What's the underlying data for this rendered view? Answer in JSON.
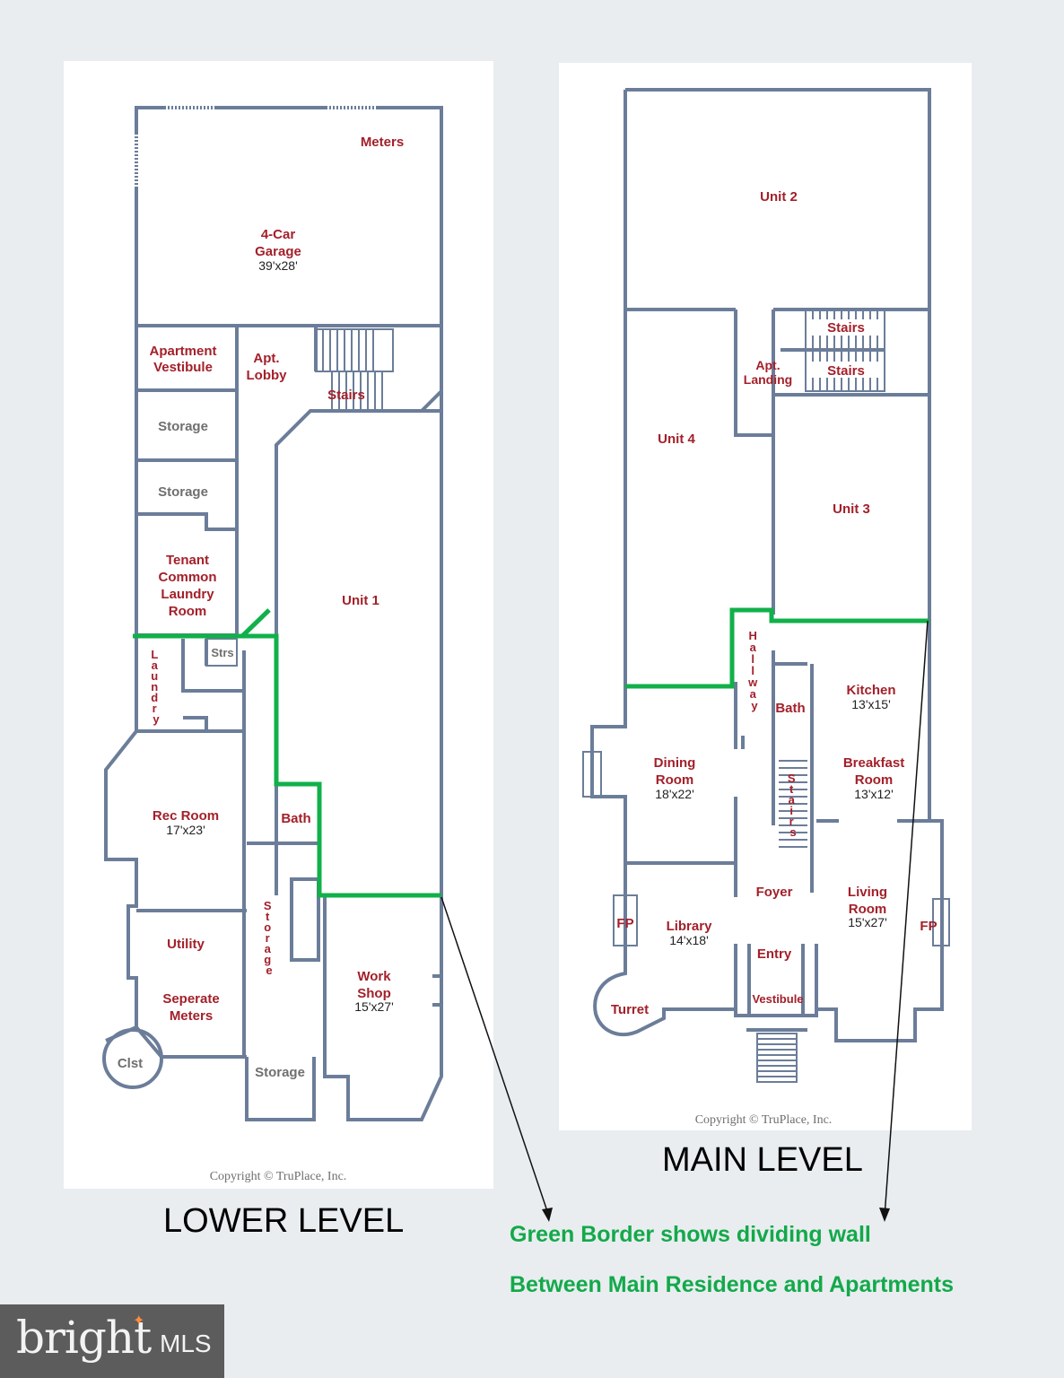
{
  "lower_level": {
    "title": "LOWER LEVEL",
    "copyright": "Copyright © TruPlace, Inc.",
    "rooms": {
      "meters": "Meters",
      "garage_l1": "4-Car",
      "garage_l2": "Garage",
      "garage_dim": "39'x28'",
      "apt_vestibule_l1": "Apartment",
      "apt_vestibule_l2": "Vestibule",
      "apt_lobby_l1": "Apt.",
      "apt_lobby_l2": "Lobby",
      "stairs": "Stairs",
      "storage_1": "Storage",
      "storage_2": "Storage",
      "laundry_l1": "Tenant",
      "laundry_l2": "Common",
      "laundry_l3": "Laundry",
      "laundry_l4": "Room",
      "unit_1": "Unit 1",
      "strs": "Strs",
      "laundry_vertical": "Laundry",
      "rec_room": "Rec Room",
      "rec_room_dim": "17'x23'",
      "bath": "Bath",
      "storage_vertical": "Storage",
      "utility": "Utility",
      "meters2_l1": "Seperate",
      "meters2_l2": "Meters",
      "work_shop_l1": "Work",
      "work_shop_l2": "Shop",
      "work_shop_dim": "15'x27'",
      "clst": "Clst",
      "storage_3": "Storage"
    }
  },
  "main_level": {
    "title": "MAIN LEVEL",
    "copyright": "Copyright © TruPlace, Inc.",
    "rooms": {
      "unit_2": "Unit 2",
      "stairs_1": "Stairs",
      "stairs_2": "Stairs",
      "apt_landing_l1": "Apt.",
      "apt_landing_l2": "Landing",
      "unit_4": "Unit 4",
      "unit_3": "Unit 3",
      "hallway_vertical": "Hallway",
      "bath": "Bath",
      "kitchen": "Kitchen",
      "kitchen_dim": "13'x15'",
      "dining_l1": "Dining",
      "dining_l2": "Room",
      "dining_dim": "18'x22'",
      "breakfast_l1": "Breakfast",
      "breakfast_l2": "Room",
      "breakfast_dim": "13'x12'",
      "stairs_vertical": "Stairs",
      "foyer": "Foyer",
      "living_l1": "Living",
      "living_l2": "Room",
      "living_dim": "15'x27'",
      "fp_left": "FP",
      "fp_right": "FP",
      "library": "Library",
      "library_dim": "14'x18'",
      "entry": "Entry",
      "vestibule": "Vestibule",
      "turret": "Turret"
    }
  },
  "note": {
    "line1": "Green Border shows dividing wall",
    "line2": "Between Main Residence and Apartments"
  },
  "colors": {
    "wall": "#6b7d99",
    "label": "#a3202a",
    "divider": "#11b04a",
    "background": "#e9edf0"
  },
  "logo": {
    "brand": "bright",
    "suffix": "MLS"
  }
}
